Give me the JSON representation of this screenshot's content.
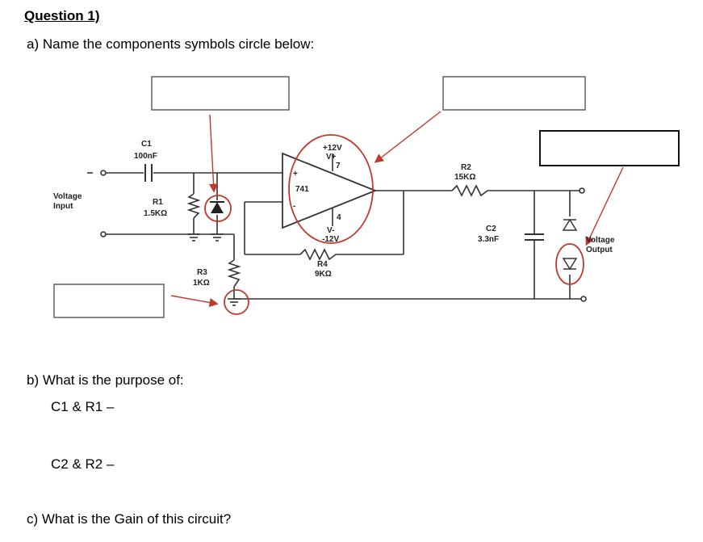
{
  "question": {
    "title": "Question 1)",
    "part_a": "a)  Name the components symbols circle below:",
    "part_b": "b)  What is the purpose of:",
    "b_item1": "C1 & R1 –",
    "b_item2": "C2 & R2 –",
    "part_c": "c)  What is the Gain of this circuit?"
  },
  "circuit": {
    "c1_name": "C1",
    "c1_value": "100nF",
    "r1_name": "R1",
    "r1_value": "1.5KΩ",
    "r2_name": "R2",
    "r2_value": "15KΩ",
    "r3_name": "R3",
    "r3_value": "1KΩ",
    "r4_name": "R4",
    "r4_value": "9KΩ",
    "c2_name": "C2",
    "c2_value": "3.3nF",
    "opamp": "741",
    "vplus_supply": "+12V",
    "vplus_label": "V+",
    "vminus_label": "V-",
    "vminus_supply": "-12V",
    "pin7": "7",
    "pin4": "4",
    "plus_sign": "+",
    "minus_sign": "-",
    "input_label_1": "Voltage",
    "input_label_2": "Input",
    "output_label_1": "Voltage",
    "output_label_2": "Output"
  },
  "colors": {
    "annotation": "#c0392b",
    "wire": "#333333"
  }
}
